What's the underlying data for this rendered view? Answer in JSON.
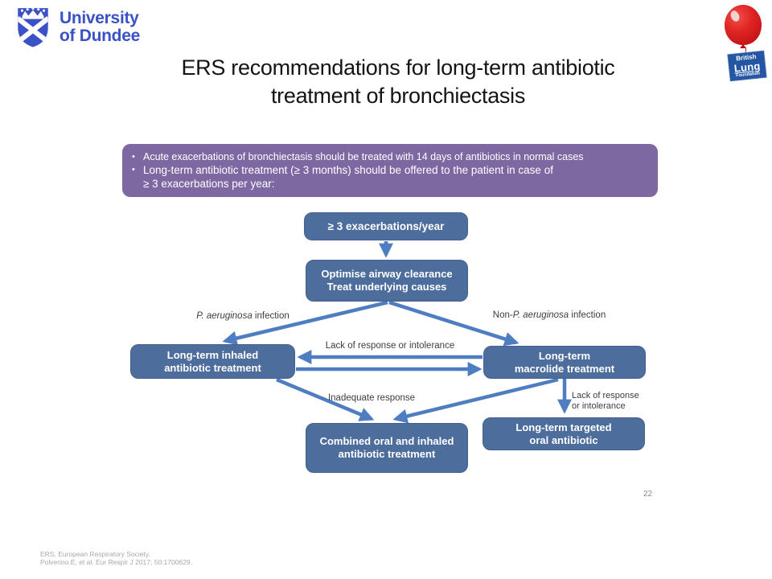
{
  "logos": {
    "dundee": {
      "line1": "University",
      "line2": "of Dundee"
    },
    "blf": {
      "line1": "British",
      "line2": "Lung",
      "line3": "Foundation"
    }
  },
  "title": {
    "line1": "ERS recommendations for long-term antibiotic",
    "line2": "treatment of bronchiectasis"
  },
  "infobox": {
    "bullet_glyph": "•",
    "bullets": [
      "Acute exacerbations of bronchiectasis should be treated with 14 days of antibiotics in normal cases",
      "Long-term antibiotic treatment (≥ 3 months) should be offered to the patient in case of\n≥ 3 exacerbations per year:"
    ]
  },
  "flowchart": {
    "nodes": {
      "exacerbations": "≥ 3 exacerbations/year",
      "optimise": "Optimise airway clearance\nTreat underlying causes",
      "inhaled": "Long-term inhaled\nantibiotic treatment",
      "macrolide": "Long-term\nmacrolide treatment",
      "combined": "Combined oral and inhaled\nantibiotic treatment",
      "targeted": "Long-term targeted\noral antibiotic"
    },
    "labels": {
      "pa_italic": "P. aeruginosa",
      "pa_suffix": " infection",
      "nonpa_prefix": "Non-",
      "nonpa_italic": "P. aeruginosa",
      "nonpa_suffix": " infection",
      "lack_top": "Lack of response or intolerance",
      "inadequate": "Inadequate  response",
      "lack_right": "Lack of response\nor intolerance"
    }
  },
  "page_number": "22",
  "footer": {
    "line1": "ERS, European  Respiratory  Society.",
    "line2": "Polverino  E, et al.  Eur  Respir  J 2017;   50:1700629."
  },
  "colors": {
    "node_bg": "#4d6d9c",
    "arrow_blue": "#4e7ec1",
    "infobox_purple": "#7d68a2",
    "dundee_blue": "#3b51c6",
    "balloon_red": "#c41417",
    "tag_blue": "#2456a4"
  }
}
